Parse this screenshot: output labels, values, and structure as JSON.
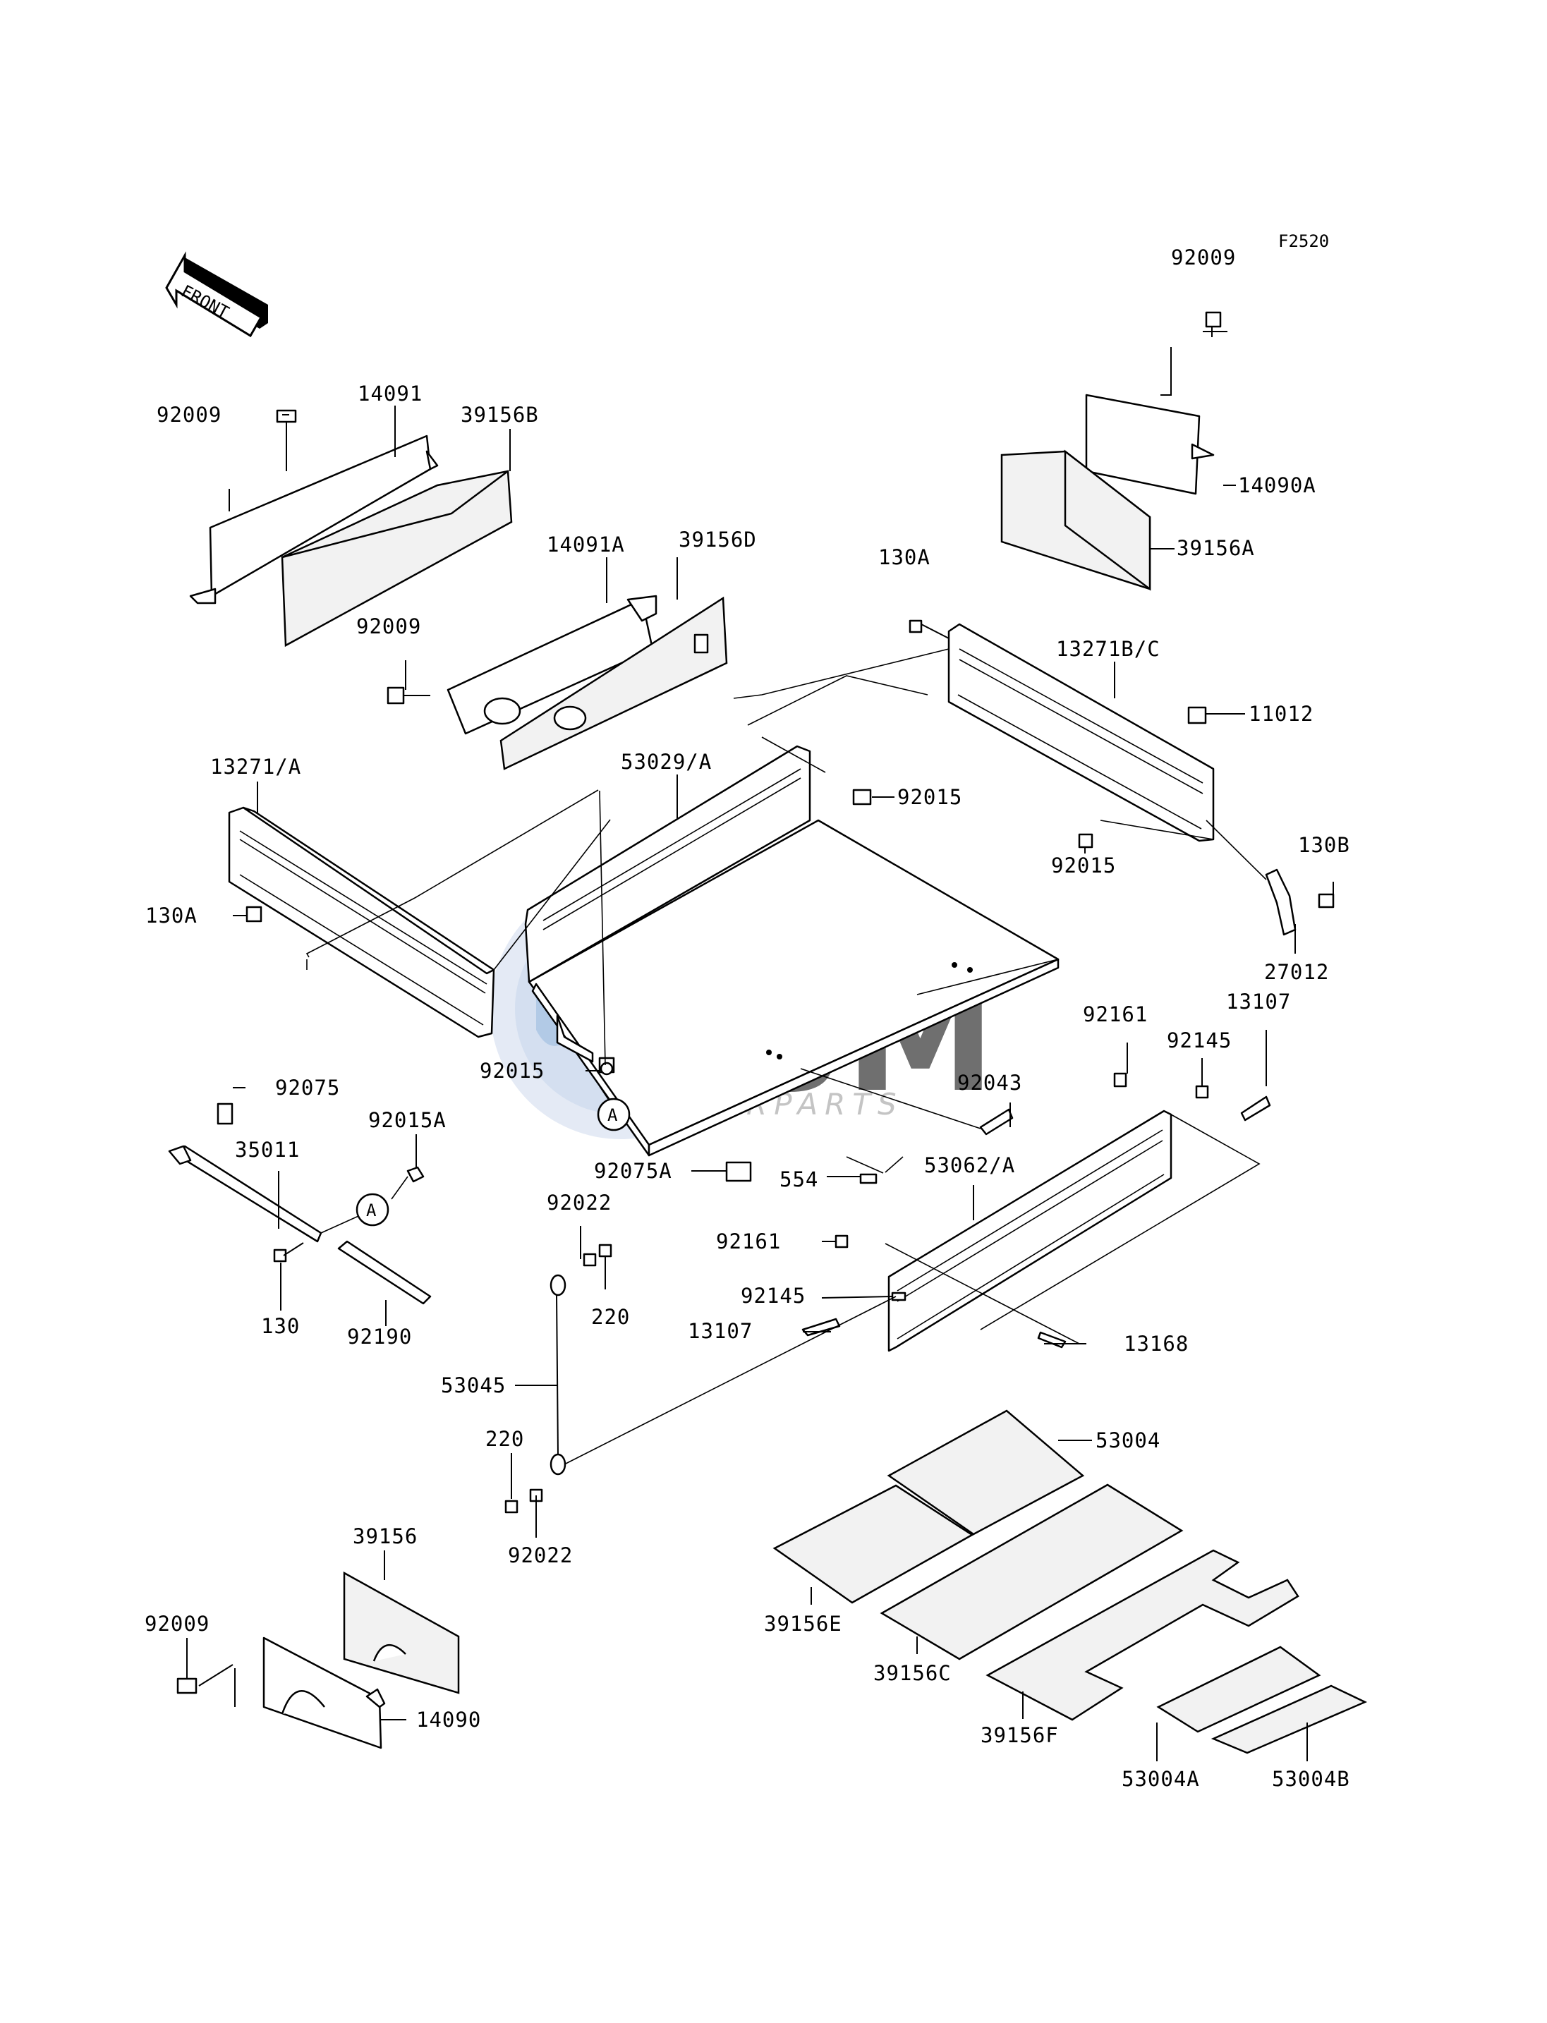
{
  "figure_code": "F2520",
  "front_label": "FRONT",
  "watermark": {
    "logo_text": "OSM",
    "sub_text": "MOTORPARTS"
  },
  "callout_letter": "A",
  "labels": {
    "p92009_tr": "92009",
    "p14090A": "14090A",
    "p39156A": "39156A",
    "p92009_tl": "92009",
    "p14091": "14091",
    "p39156B": "39156B",
    "p14091A": "14091A",
    "p39156D": "39156D",
    "p92009_m": "92009",
    "p130A_r": "130A",
    "p13271BC": "13271B/C",
    "p11012": "11012",
    "p13271A": "13271/A",
    "p53029A": "53029/A",
    "p92015_a": "92015",
    "p92015_b": "92015",
    "p130B": "130B",
    "p130A_l": "130A",
    "p27012": "27012",
    "p13107_r": "13107",
    "p92161_r": "92161",
    "p92145_r": "92145",
    "p92043": "92043",
    "p92015_c": "92015",
    "p92075": "92075",
    "p92015A": "92015A",
    "p35011": "35011",
    "p92075A": "92075A",
    "p554": "554",
    "p53062A": "53062/A",
    "p92022_t": "92022",
    "p220_t": "220",
    "p130": "130",
    "p92190": "92190",
    "p92161_l": "92161",
    "p92145_l": "92145",
    "p13107_l": "13107",
    "p13168": "13168",
    "p53045": "53045",
    "p220_b": "220",
    "p92022_b": "92022",
    "p53004": "53004",
    "p39156": "39156",
    "p92009_bl": "92009",
    "p14090": "14090",
    "p39156E": "39156E",
    "p39156C": "39156C",
    "p39156F": "39156F",
    "p53004A": "53004A",
    "p53004B": "53004B"
  }
}
